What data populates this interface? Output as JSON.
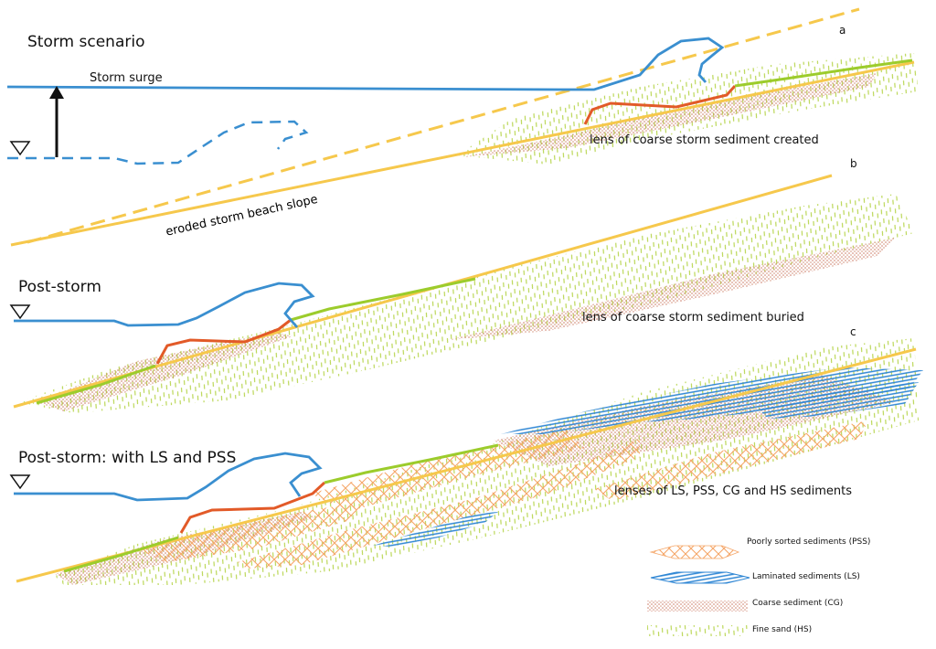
{
  "panels": {
    "a": {
      "letter": "a",
      "heading": "Storm scenario",
      "surge_label": "Storm surge",
      "slope_label": "eroded storm beach slope",
      "lens_label": "lens of coarse storm sediment created"
    },
    "b": {
      "letter": "b",
      "heading": "Post-storm",
      "lens_label": "lens of coarse storm sediment buried"
    },
    "c": {
      "letter": "c",
      "heading": "Post-storm: with LS and PSS",
      "lens_label": "lenses of LS, PSS, CG and HS sediments"
    }
  },
  "legend": [
    {
      "label": "Poorly sorted sediments (PSS)",
      "pattern": "crosshatch",
      "color": "#f5a668"
    },
    {
      "label": "Laminated sediments (LS)",
      "pattern": "laminae",
      "color": "#2e86d4"
    },
    {
      "label": "Coarse sediment (CG)",
      "pattern": "dots",
      "color": "#c8705a"
    },
    {
      "label": "Fine sand (HS)",
      "pattern": "dashes",
      "color": "#b6d44a"
    }
  ],
  "colors": {
    "water": "#3a8fd0",
    "beach": "#f6c84c",
    "berm": "#e25a28",
    "crest": "#9ccc2c"
  },
  "icons": {
    "water_level": "water-level-triangle-icon",
    "surge_arrow": "arrow-up-icon"
  }
}
